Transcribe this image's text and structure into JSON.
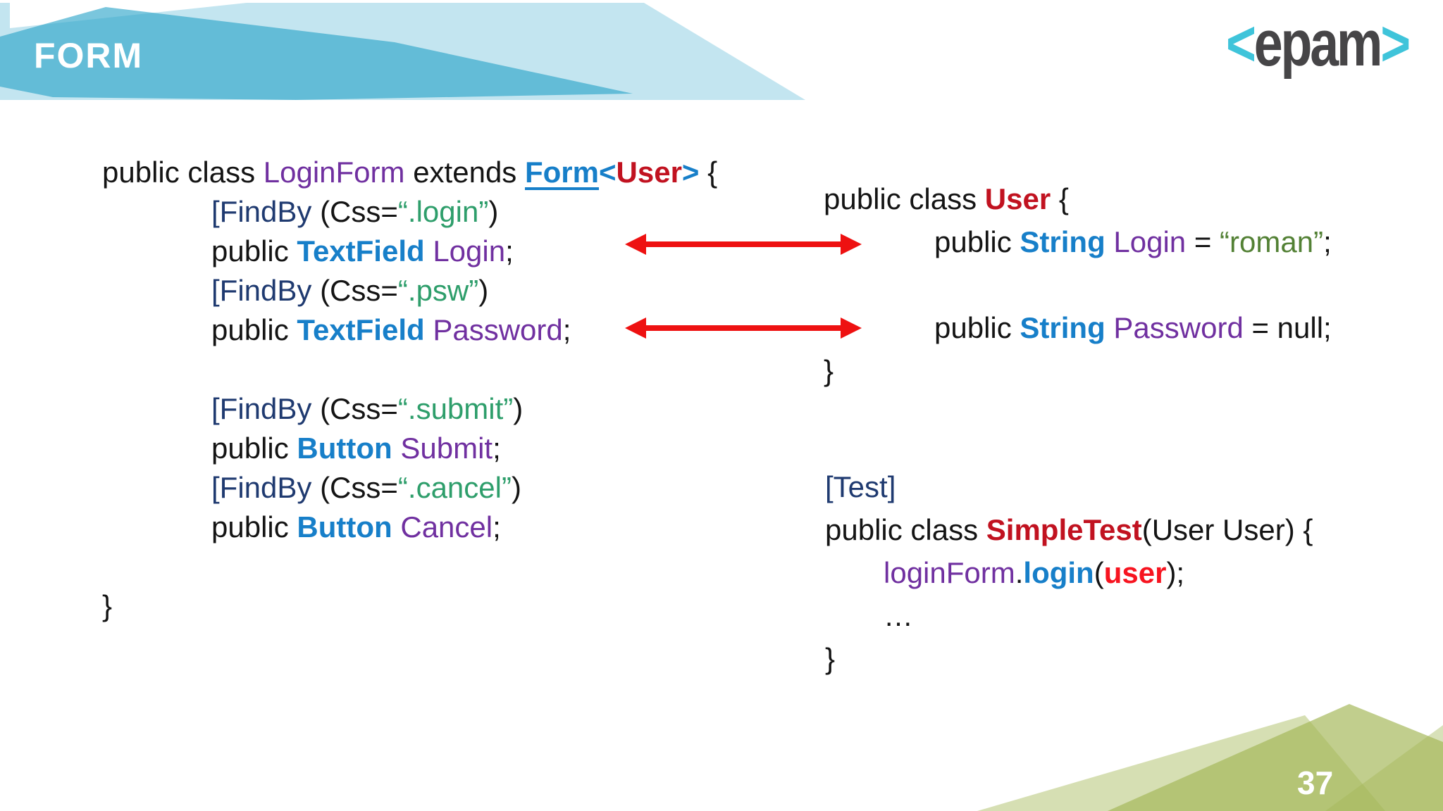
{
  "slide": {
    "title": "FORM",
    "page_number": "37",
    "logo": {
      "open": "<",
      "text": "epam",
      "close": ">"
    }
  },
  "colors": {
    "header_base": "#29A3C8",
    "footer_base": "#A3B757",
    "code_black": "#141414",
    "code_purple": "#7030A0",
    "code_blue": "#177FC9",
    "code_navy": "#1F3A70",
    "code_green": "#2E9E6B",
    "code_olive": "#538135",
    "code_dark_red": "#C11220",
    "code_bright_red": "#F71420",
    "arrow_red": "#EE1111",
    "logo_bracket_cyan": "#3FC4DA",
    "logo_text_gray": "#464547"
  },
  "icons": {
    "arrow_login": "double-headed-arrow",
    "arrow_password": "double-headed-arrow"
  },
  "code_blocks": [
    {
      "id": "loginform",
      "lines": [
        {
          "indent": 0,
          "segs": [
            {
              "t": "public class ",
              "s": "k"
            },
            {
              "t": "LoginForm",
              "s": "n"
            },
            {
              "t": " extends ",
              "s": "k"
            },
            {
              "t": "Form",
              "s": "u"
            },
            {
              "t": "<",
              "s": "ang"
            },
            {
              "t": "User",
              "s": "r"
            },
            {
              "t": ">",
              "s": "ang"
            },
            {
              "t": " {",
              "s": "k"
            }
          ]
        },
        {
          "indent": 1,
          "segs": [
            {
              "t": "[FindBy ",
              "s": "a"
            },
            {
              "t": "(Css=",
              "s": "k"
            },
            {
              "t": "“.login”",
              "s": "s"
            },
            {
              "t": ")",
              "s": "k"
            }
          ]
        },
        {
          "indent": 1,
          "segs": [
            {
              "t": "public ",
              "s": "k"
            },
            {
              "t": "TextField",
              "s": "t"
            },
            {
              "t": " Login",
              "s": "n"
            },
            {
              "t": ";",
              "s": "k"
            }
          ]
        },
        {
          "indent": 1,
          "segs": [
            {
              "t": "[FindBy ",
              "s": "a"
            },
            {
              "t": "(Css=",
              "s": "k"
            },
            {
              "t": "“.psw”",
              "s": "s"
            },
            {
              "t": ")",
              "s": "k"
            }
          ]
        },
        {
          "indent": 1,
          "segs": [
            {
              "t": "public ",
              "s": "k"
            },
            {
              "t": "TextField",
              "s": "t"
            },
            {
              "t": " Password",
              "s": "n"
            },
            {
              "t": ";",
              "s": "k"
            }
          ]
        },
        {
          "indent": 0,
          "segs": []
        },
        {
          "indent": 1,
          "segs": [
            {
              "t": "[FindBy ",
              "s": "a"
            },
            {
              "t": "(Css=",
              "s": "k"
            },
            {
              "t": "“.submit”",
              "s": "s"
            },
            {
              "t": ")",
              "s": "k"
            }
          ]
        },
        {
          "indent": 1,
          "segs": [
            {
              "t": "public ",
              "s": "k"
            },
            {
              "t": "Button",
              "s": "t"
            },
            {
              "t": " Submit",
              "s": "n"
            },
            {
              "t": ";",
              "s": "k"
            }
          ]
        },
        {
          "indent": 1,
          "segs": [
            {
              "t": "[FindBy ",
              "s": "a"
            },
            {
              "t": "(Css=",
              "s": "k"
            },
            {
              "t": "“.cancel”",
              "s": "s"
            },
            {
              "t": ")",
              "s": "k"
            }
          ]
        },
        {
          "indent": 1,
          "segs": [
            {
              "t": "public ",
              "s": "k"
            },
            {
              "t": "Button",
              "s": "t"
            },
            {
              "t": " Cancel",
              "s": "n"
            },
            {
              "t": ";",
              "s": "k"
            }
          ]
        },
        {
          "indent": 0,
          "segs": []
        },
        {
          "indent": 0,
          "segs": [
            {
              "t": "}",
              "s": "k"
            }
          ]
        }
      ]
    },
    {
      "id": "user",
      "lines": [
        {
          "indent": 0,
          "segs": [
            {
              "t": "public class ",
              "s": "k"
            },
            {
              "t": "User",
              "s": "r"
            },
            {
              "t": " {",
              "s": "k"
            }
          ]
        },
        {
          "indent": 1,
          "segs": [
            {
              "t": "public ",
              "s": "k"
            },
            {
              "t": "String",
              "s": "t"
            },
            {
              "t": " Login",
              "s": "n"
            },
            {
              "t": " = ",
              "s": "k"
            },
            {
              "t": "“roman”",
              "s": "g"
            },
            {
              "t": ";",
              "s": "k"
            }
          ]
        },
        {
          "indent": 0,
          "segs": []
        },
        {
          "indent": 1,
          "segs": [
            {
              "t": "public ",
              "s": "k"
            },
            {
              "t": "String",
              "s": "t"
            },
            {
              "t": " Password",
              "s": "n"
            },
            {
              "t": " = null;",
              "s": "k"
            }
          ]
        },
        {
          "indent": 0,
          "segs": [
            {
              "t": "}",
              "s": "k"
            }
          ]
        }
      ]
    },
    {
      "id": "test",
      "lines": [
        {
          "indent": 0,
          "segs": [
            {
              "t": "[Test]",
              "s": "a"
            }
          ]
        },
        {
          "indent": 0,
          "segs": [
            {
              "t": "public class ",
              "s": "k"
            },
            {
              "t": "SimpleTest",
              "s": "r"
            },
            {
              "t": "(User User) {",
              "s": "k"
            }
          ]
        },
        {
          "indent": 1,
          "segs": [
            {
              "t": "loginForm",
              "s": "n"
            },
            {
              "t": ".",
              "s": "k"
            },
            {
              "t": "login",
              "s": "b"
            },
            {
              "t": "(",
              "s": "k"
            },
            {
              "t": "user",
              "s": "R"
            },
            {
              "t": ");",
              "s": "k"
            }
          ]
        },
        {
          "indent": 1,
          "segs": [
            {
              "t": "…",
              "s": "k"
            }
          ]
        },
        {
          "indent": 0,
          "segs": [
            {
              "t": "}",
              "s": "k"
            }
          ]
        }
      ]
    }
  ]
}
